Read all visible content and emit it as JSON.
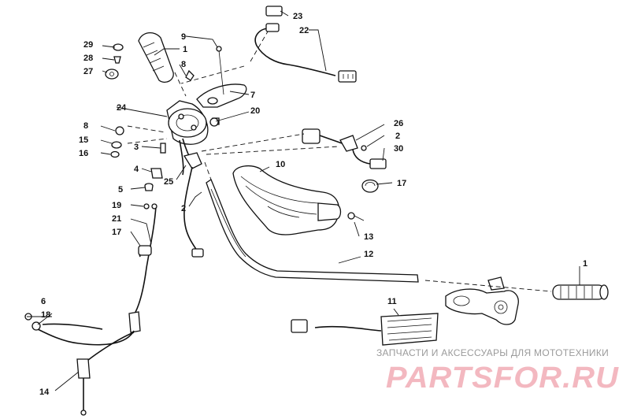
{
  "callouts": [
    {
      "id": "c1a",
      "text": "1"
    },
    {
      "id": "c1b",
      "text": "1"
    },
    {
      "id": "c2a",
      "text": "2"
    },
    {
      "id": "c2b",
      "text": "2"
    },
    {
      "id": "c3",
      "text": "3"
    },
    {
      "id": "c4",
      "text": "4"
    },
    {
      "id": "c5",
      "text": "5"
    },
    {
      "id": "c6",
      "text": "6"
    },
    {
      "id": "c7",
      "text": "7"
    },
    {
      "id": "c8a",
      "text": "8"
    },
    {
      "id": "c8b",
      "text": "8"
    },
    {
      "id": "c9",
      "text": "9"
    },
    {
      "id": "c10",
      "text": "10"
    },
    {
      "id": "c11",
      "text": "11"
    },
    {
      "id": "c12",
      "text": "12"
    },
    {
      "id": "c13",
      "text": "13"
    },
    {
      "id": "c14",
      "text": "14"
    },
    {
      "id": "c15",
      "text": "15"
    },
    {
      "id": "c16",
      "text": "16"
    },
    {
      "id": "c17a",
      "text": "17"
    },
    {
      "id": "c17b",
      "text": "17"
    },
    {
      "id": "c18",
      "text": "18"
    },
    {
      "id": "c19",
      "text": "19"
    },
    {
      "id": "c20",
      "text": "20"
    },
    {
      "id": "c21",
      "text": "21"
    },
    {
      "id": "c22",
      "text": "22"
    },
    {
      "id": "c23",
      "text": "23"
    },
    {
      "id": "c24",
      "text": "24"
    },
    {
      "id": "c25",
      "text": "25"
    },
    {
      "id": "c26",
      "text": "26"
    },
    {
      "id": "c27",
      "text": "27"
    },
    {
      "id": "c28",
      "text": "28"
    },
    {
      "id": "c29",
      "text": "29"
    },
    {
      "id": "c30",
      "text": "30"
    }
  ],
  "watermark": {
    "tagline": "ЗАПЧАСТИ И АКСЕССУАРЫ ДЛЯ МОТОТЕХНИКИ",
    "brand": "PARTSFOR.RU"
  },
  "colors": {
    "line": "#111111",
    "watermark_text": "#9a9a9a",
    "watermark_brand": "#f3b8c0"
  }
}
